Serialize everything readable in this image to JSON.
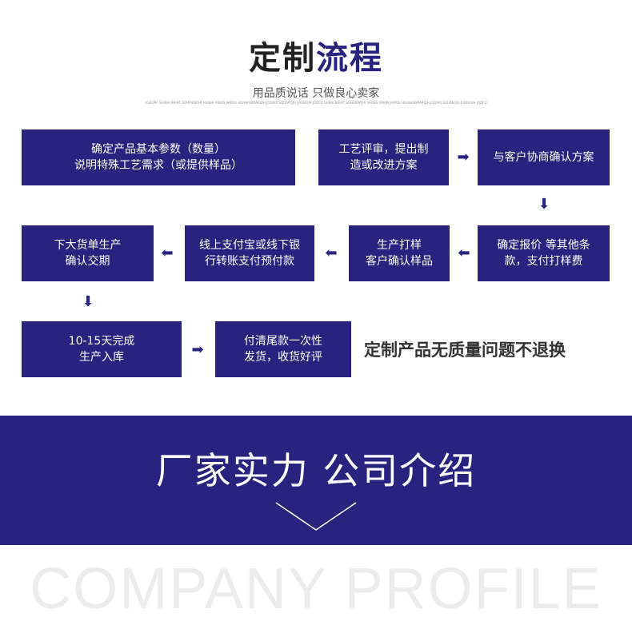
{
  "header": {
    "title_part1": "定制",
    "title_part2": "流程",
    "subtitle": "用品质说话 只做良心卖家",
    "fineprint": "USBORF SHIBHI BRIHT SOHAIRNTHI IARNIH ARKIN JHKRIU HIUHHUBHARIDH JODARI SQUAROJU JUDRAUH JODFO SHBHI BRIHT SOHAIRNTHI IARNIH ARKIN JHKRIU HIUHHUBHARIDH JODARI SQUAROJU JUDRAUH JODFO"
  },
  "steps": {
    "s1": "确定产品基本参数（数量）\n说明特殊工艺需求（或提供样品）",
    "s2": "工艺评审，提出制\n造或改进方案",
    "s3": "与客户协商确认方案",
    "s4": "确定报价 等其他条\n款，支付打样费",
    "s5": "生产打样\n客户确认样品",
    "s6": "线上支付宝或线下银\n行转账支付预付款",
    "s7": "下大货单生产\n确认交期",
    "s8": "10-15天完成\n生产入库",
    "s9": "付清尾款一次性\n发货，收货好评"
  },
  "note": "定制产品无质量问题不退换",
  "band": {
    "title": "厂家实力 公司介绍"
  },
  "profile_text": "COMPANY PROFILE",
  "colors": {
    "primary": "#27237e",
    "white": "#ffffff"
  }
}
